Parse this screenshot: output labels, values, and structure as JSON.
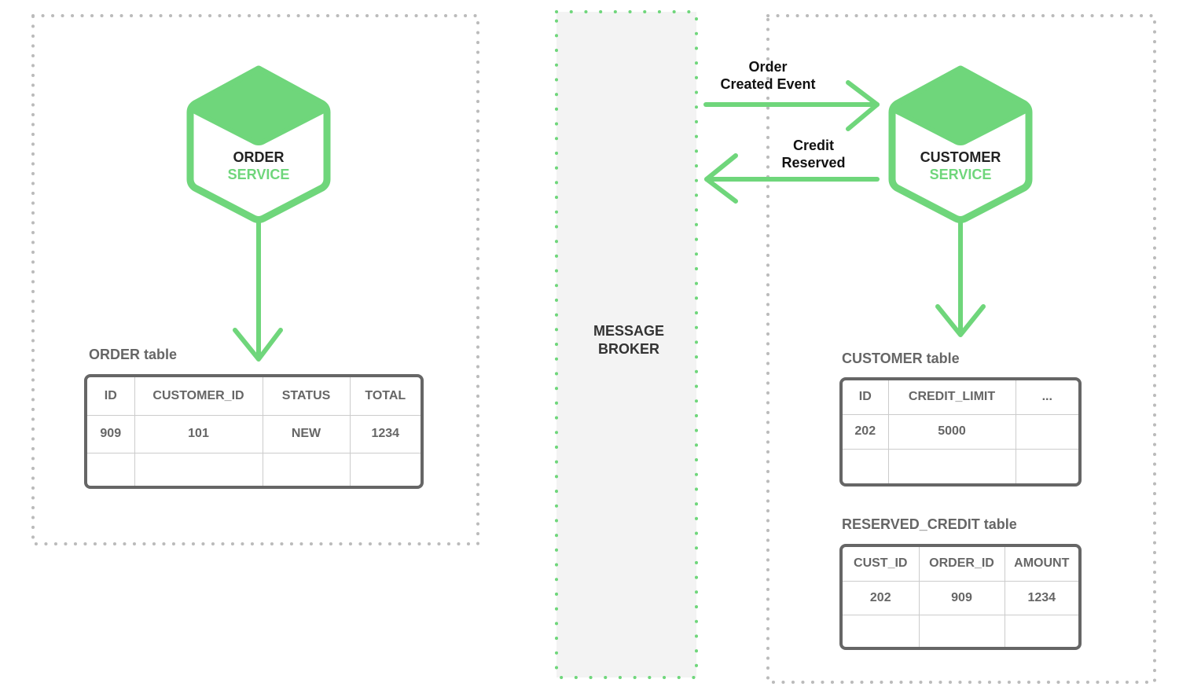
{
  "colors": {
    "accent_green": "#6fd67b",
    "boundary_gray": "#bbbbbb",
    "table_border": "#666666",
    "broker_fill": "#f3f3f3"
  },
  "order_service": {
    "title_line1": "ORDER",
    "title_line2": "SERVICE",
    "table_caption": "ORDER table",
    "table": {
      "headers": [
        "ID",
        "CUSTOMER_ID",
        "STATUS",
        "TOTAL"
      ],
      "rows": [
        [
          "909",
          "101",
          "NEW",
          "1234"
        ],
        [
          "",
          "",
          "",
          ""
        ]
      ]
    }
  },
  "message_broker": {
    "line1": "MESSAGE",
    "line2": "BROKER"
  },
  "events": {
    "order_created": {
      "line1": "Order",
      "line2": "Created Event"
    },
    "credit_reserved": {
      "line1": "Credit",
      "line2": "Reserved"
    }
  },
  "customer_service": {
    "title_line1": "CUSTOMER",
    "title_line2": "SERVICE",
    "customer_table_caption": "CUSTOMER table",
    "customer_table": {
      "headers": [
        "ID",
        "CREDIT_LIMIT",
        "..."
      ],
      "rows": [
        [
          "202",
          "5000",
          ""
        ],
        [
          "",
          "",
          ""
        ]
      ]
    },
    "reserved_credit_table_caption": "RESERVED_CREDIT table",
    "reserved_credit_table": {
      "headers": [
        "CUST_ID",
        "ORDER_ID",
        "AMOUNT"
      ],
      "rows": [
        [
          "202",
          "909",
          "1234"
        ],
        [
          "",
          "",
          ""
        ]
      ]
    }
  }
}
